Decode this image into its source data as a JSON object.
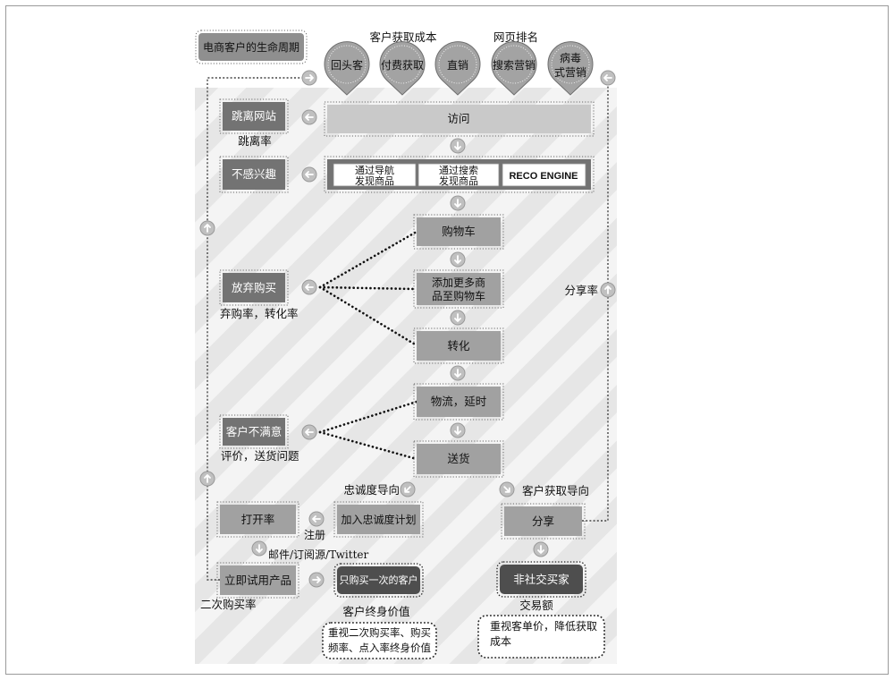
{
  "diagram_title": "电商客户的生命周期",
  "top_labels": {
    "acquisition_cost": "客户获取成本",
    "page_rank": "网页排名"
  },
  "channels": [
    {
      "lines": [
        "回头客"
      ]
    },
    {
      "lines": [
        "付费获取"
      ]
    },
    {
      "lines": [
        "直销"
      ]
    },
    {
      "lines": [
        "搜索营销"
      ]
    },
    {
      "lines": [
        "病毒",
        "式营销"
      ]
    }
  ],
  "funnel": {
    "visit": "访问",
    "discovery": [
      {
        "lines": [
          "通过导航",
          "发现商品"
        ]
      },
      {
        "lines": [
          "通过搜索",
          "发现商品"
        ]
      },
      {
        "lines": [
          "RECO ENGINE"
        ]
      }
    ],
    "cart": "购物车",
    "add_more": [
      "添加更多商",
      "品至购物车"
    ],
    "conversion": "转化",
    "logistics": "物流，延时",
    "delivery": "送货"
  },
  "dropoffs": {
    "bounce": {
      "label": "跳离网站",
      "metric": "跳离率"
    },
    "uninterested": {
      "label": "不感兴趣"
    },
    "abandon": {
      "label": "放弃购买",
      "metric": "弃购率，转化率"
    },
    "dissatisfied": {
      "label": "客户不满意",
      "metric": "评价，送货问题"
    }
  },
  "loyalty": {
    "heading": "忠诚度导向",
    "join": "加入忠诚度计划",
    "register": "注册",
    "open_rate": "打开率",
    "channels": "邮件/订阅源/Twitter",
    "try_product": "立即试用产品",
    "one_time": "只购买一次的客户",
    "repurchase_rate": "二次购买率",
    "lifetime_value": "客户终身价值",
    "focus": [
      "重视二次购买率、购买",
      "频率、点入率终身价值"
    ]
  },
  "acquisition": {
    "heading": "客户获取导向",
    "share": "分享",
    "share_rate": "分享率",
    "non_social": "非社交买家",
    "volume": "交易额",
    "focus": [
      "重视客单价，降低获取",
      "成本"
    ]
  },
  "colors": {
    "bar_light": "#c9c9c9",
    "box_mid": "#a1a1a1",
    "box_dark": "#737373",
    "box_deep": "#4e4e4e",
    "pin": "#a3a3a3",
    "stripe": "#e6e6e6"
  }
}
